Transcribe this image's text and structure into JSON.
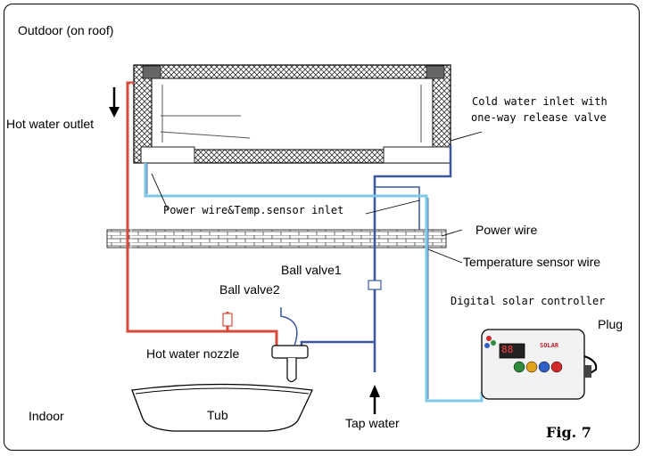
{
  "labels": {
    "outdoor": "Outdoor (on roof)",
    "hot_water_outlet": "Hot water outlet",
    "cold_water_inlet_line1": "Cold water inlet with",
    "cold_water_inlet_line2": "one-way release valve",
    "power_temp_inlet": "Power wire&Temp.sensor inlet",
    "power_wire": "Power wire",
    "temp_sensor_wire": "Temperature sensor wire",
    "ball_valve1": "Ball valve1",
    "ball_valve2": "Ball valve2",
    "digital_controller": "Digital solar controller",
    "plug": "Plug",
    "hot_water_nozzle": "Hot water nozzle",
    "tub": "Tub",
    "indoor": "Indoor",
    "tap_water": "Tap water",
    "figure": "Fig. 7"
  },
  "controller": {
    "brand": "SOLAR",
    "display": "88",
    "button_colors": [
      "#2e8b3a",
      "#e0a21a",
      "#2f5fc4",
      "#d22a2a"
    ]
  },
  "colors": {
    "hot_pipe": "#d94a3a",
    "cold_pipe": "#3a57a0",
    "sensor_wire": "#7ec8e8",
    "insulation": "#333333"
  }
}
